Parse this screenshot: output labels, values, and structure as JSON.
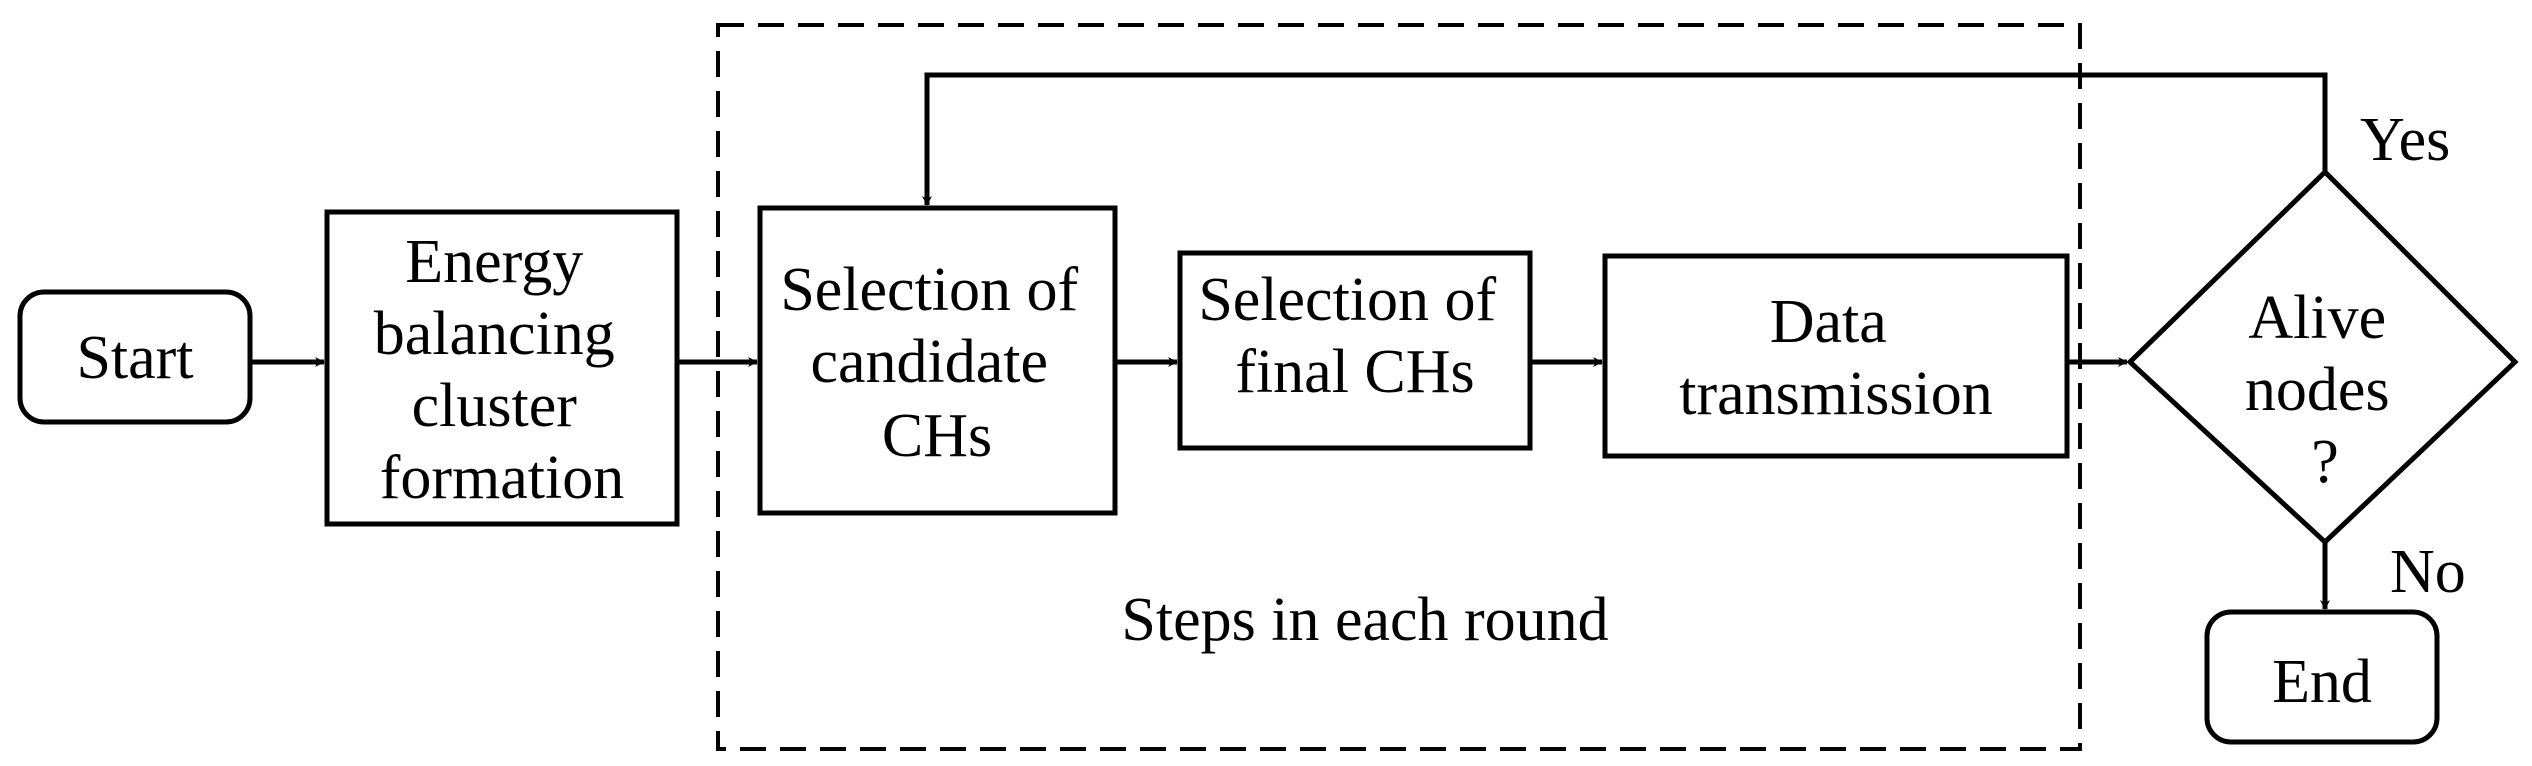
{
  "nodes": {
    "start": "Start",
    "energy": [
      "Energy",
      "balancing",
      "cluster",
      "formation"
    ],
    "candidate": [
      "Selection of",
      "candidate",
      "CHs"
    ],
    "final": [
      "Selection of",
      "final CHs"
    ],
    "data": [
      "Data",
      "transmission"
    ],
    "decision": [
      "Alive",
      "nodes",
      "?"
    ],
    "end": "End"
  },
  "labels": {
    "yes": "Yes",
    "no": "No",
    "round": "Steps in each round"
  }
}
